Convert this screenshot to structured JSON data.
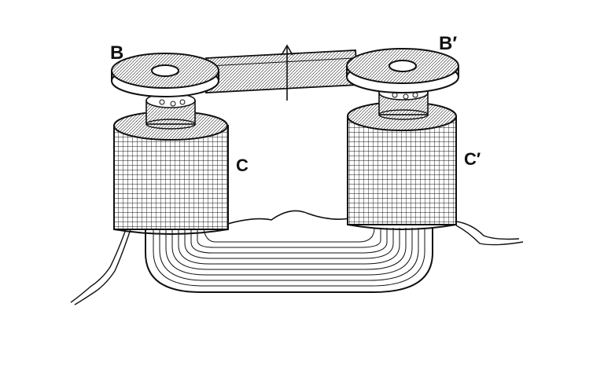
{
  "diagram": {
    "labels": {
      "b_left": "B",
      "b_right": "B′",
      "c_left": "C",
      "c_right": "C′"
    },
    "colors": {
      "ink": "#111111",
      "paper": "#ffffff"
    }
  }
}
